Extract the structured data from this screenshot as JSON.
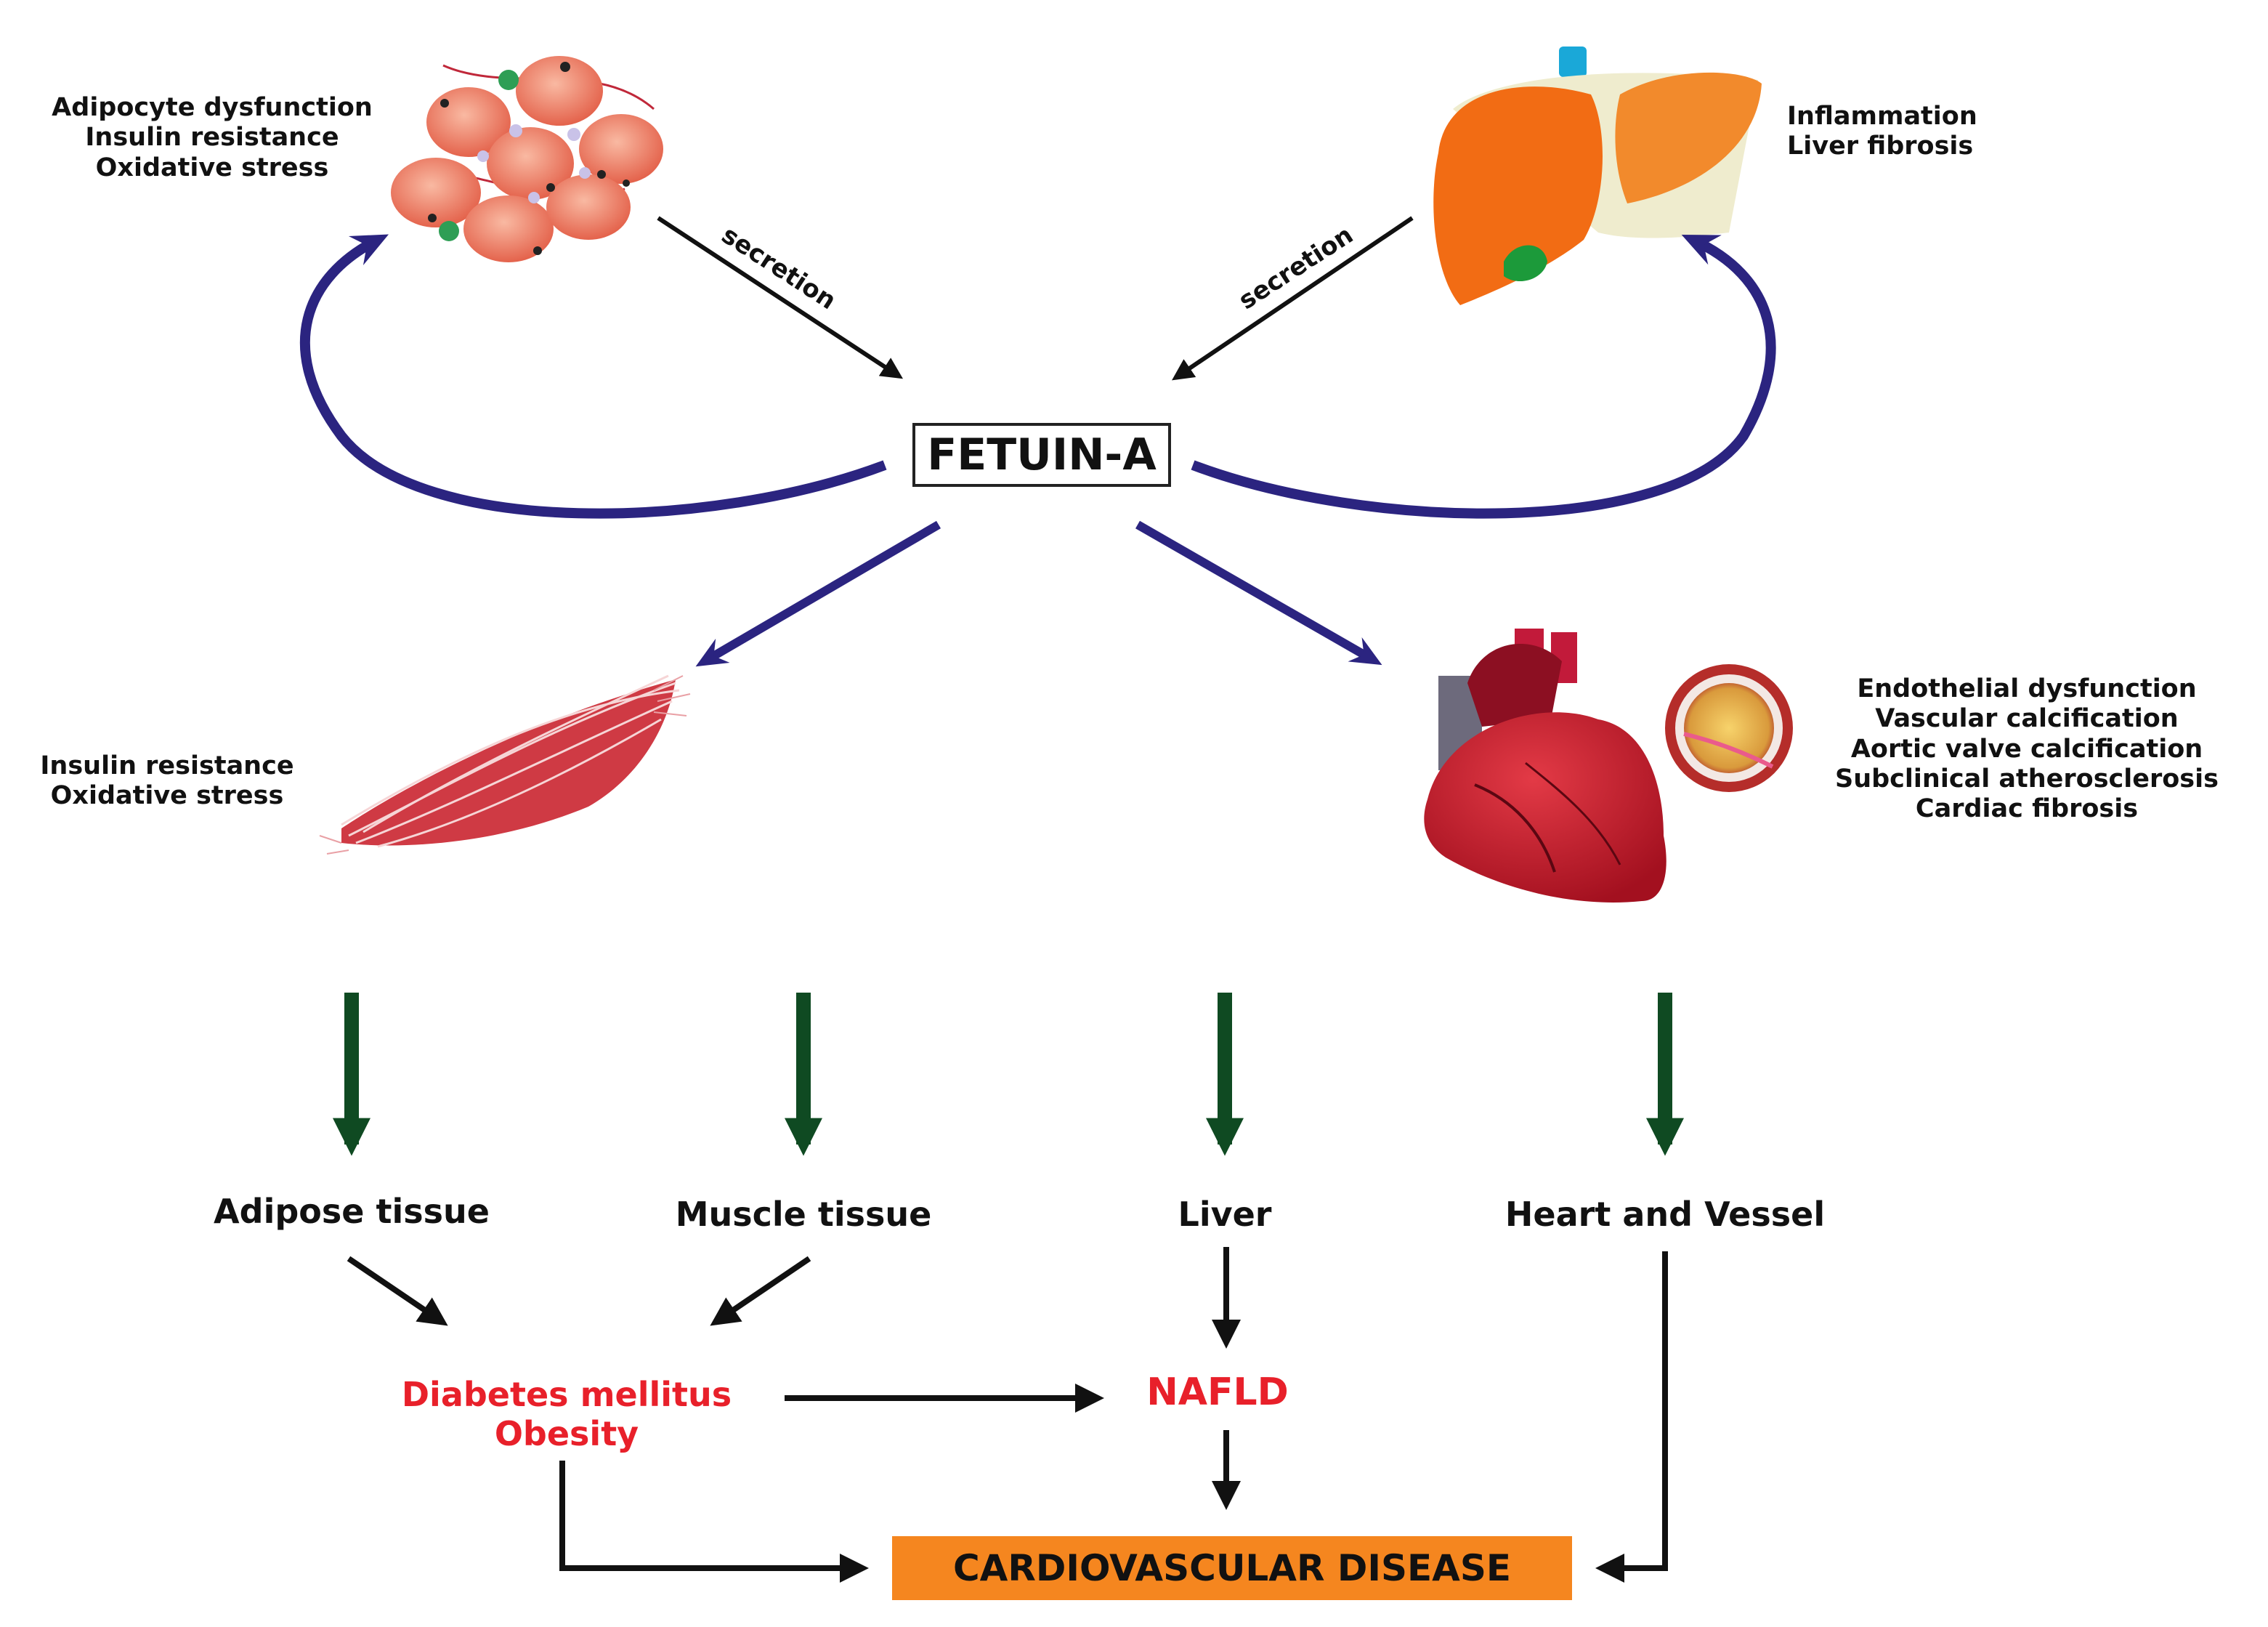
{
  "center": {
    "label": "FETUIN-A"
  },
  "secretion": {
    "adipose": "secretion",
    "liver": "secretion"
  },
  "effects": {
    "adipose": [
      "Adipocyte dysfunction",
      "Insulin resistance",
      "Oxidative stress"
    ],
    "liver": [
      "Inflammation",
      "Liver fibrosis"
    ],
    "muscle": [
      "Insulin resistance",
      "Oxidative stress"
    ],
    "heart": [
      "Endothelial dysfunction",
      "Vascular calcification",
      "Aortic valve calcification",
      "Subclinical atherosclerosis",
      "Cardiac fibrosis"
    ]
  },
  "organs": {
    "adipose": "Adipose tissue",
    "muscle": "Muscle tissue",
    "liver": "Liver",
    "heart": "Heart and Vessel"
  },
  "outcomes": {
    "diabetes": "Diabetes mellitus",
    "obesity": "Obesity",
    "nafld": "NAFLD",
    "cvd": "CARDIOVASCULAR DISEASE"
  },
  "colors": {
    "loop_arrow": "#2b2480",
    "down_arrow": "#0f4a22",
    "black_arrow": "#111111",
    "outcome_text": "#e8202a",
    "cvd_box": "#f5861f",
    "liver": "#f26c14",
    "heart": "#c2182c",
    "muscle": "#cf3a44",
    "adipocyte": "#ef7f6a"
  },
  "icons": [
    "adipocyte-cluster-icon",
    "liver-icon",
    "muscle-fiber-icon",
    "heart-icon",
    "artery-cross-section-icon"
  ]
}
